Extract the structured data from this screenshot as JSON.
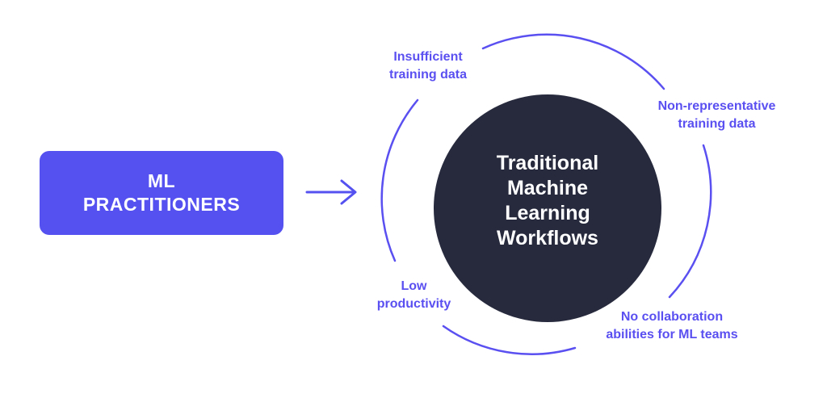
{
  "source": {
    "line1": "ML",
    "line2": "PRACTITIONERS"
  },
  "center": {
    "line1": "Traditional",
    "line2": "Machine",
    "line3": "Learning",
    "line4": "Workflows"
  },
  "challenges": [
    {
      "line1": "Insufficient",
      "line2": "training data"
    },
    {
      "line1": "Non-representative",
      "line2": "training data"
    },
    {
      "line1": "No collaboration",
      "line2": "abilities for ML teams"
    },
    {
      "line1": "Low",
      "line2": "productivity"
    }
  ],
  "colors": {
    "accent": "#5451f0",
    "center_fill": "#272a3d",
    "challenge_text": "#5a4ff0",
    "ring": "#5a4ff0"
  }
}
